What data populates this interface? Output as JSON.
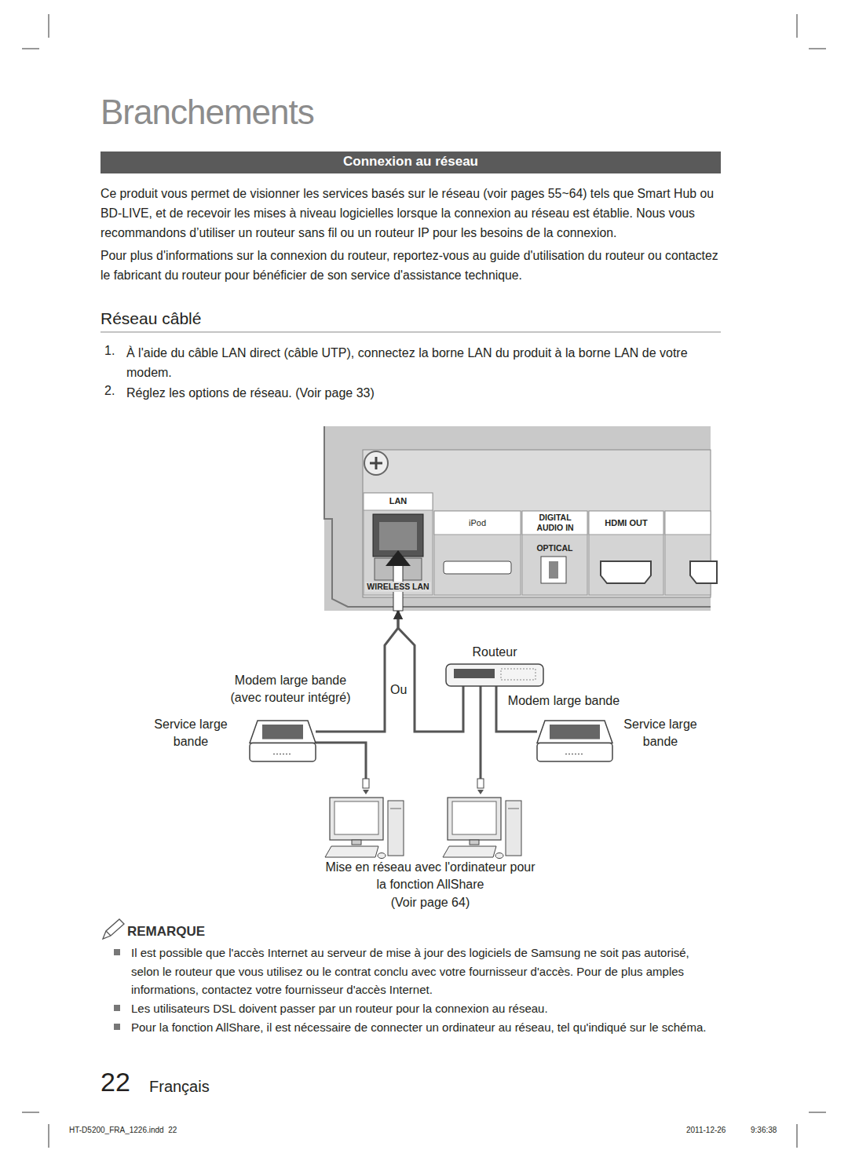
{
  "diagram": {
    "title": "Branchements",
    "nodes": [
      {
        "text": [
          "Connexion au réseau"
        ]
      },
      {
        "text": [
          "LAN",
          "WIRELESS LAN",
          "iPod",
          "DIGITAL AUDIO IN",
          "OPTICAL",
          "HDMI OUT"
        ]
      },
      {
        "text": [
          "Routeur"
        ]
      },
      {
        "text": [
          "Modem large bande (avec routeur intégré)"
        ]
      },
      {
        "text": [
          "Modem large bande"
        ]
      }
    ],
    "edges": [
      {
        "from": 3,
        "to": 1,
        "arrow": "to"
      },
      {
        "from": 2,
        "to": 1,
        "arrow": "to"
      },
      {
        "from": 2,
        "to": 4,
        "arrow": "none"
      }
    ],
    "labels": [
      "Ce produit vous permet de visionner les services basés sur le réseau (voir pages 55~64) tels que Smart Hub ou BD-LIVE, et de recevoir les mises à niveau logicielles lorsque la connexion au réseau est établie. Nous vous recommandons d’utiliser un routeur sans fil ou un routeur IP pour les besoins de la connexion.",
      "Pour plus d'informations sur la connexion du routeur, reportez-vous au guide d'utilisation du routeur ou contactez le fabricant du routeur pour bénéficier de son service d'assistance technique.",
      "Réseau câblé",
      "1.",
      "À l'aide du câble LAN direct (câble UTP), connectez la borne LAN du produit à la borne LAN de votre modem.",
      "2.",
      "Réglez les options de réseau. (Voir page 33)",
      "Ou",
      "Service large bande",
      "Service large bande",
      "Mise en réseau avec l'ordinateur pour la fonction AllShare",
      "(Voir page 64)",
      "REMARQUE",
      "Il est possible que l'accès Internet au serveur de mise à jour des logiciels de Samsung ne soit pas autorisé, selon le routeur que vous utilisez ou le contrat conclu avec votre fournisseur d'accès. Pour de plus amples informations, contactez votre fournisseur d'accès Internet.",
      "Les utilisateurs DSL doivent passer par un routeur pour la connexion au réseau.",
      "Pour la fonction AllShare, il est nécessaire de connecter un ordinateur au réseau, tel qu'indiqué sur le schéma.",
      "22",
      "Français",
      "HT-D5200_FRA_1226.indd  22",
      "2011-12-26",
      "9:36:38"
    ]
  }
}
